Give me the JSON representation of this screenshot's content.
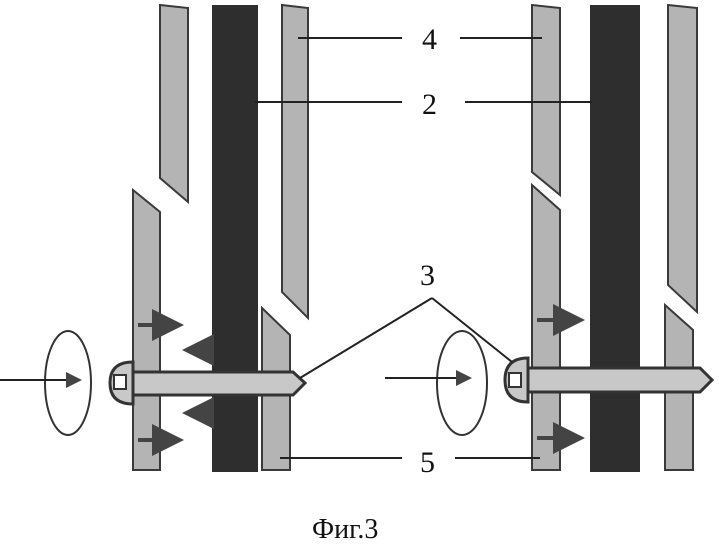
{
  "labels": {
    "wall_layer": "4",
    "core_layer": "2",
    "fastener": "3",
    "outer_layer": "5"
  },
  "caption": "Фиг.3",
  "colors": {
    "core": "#2e2e2e",
    "plate": "#b4b4b4"
  }
}
